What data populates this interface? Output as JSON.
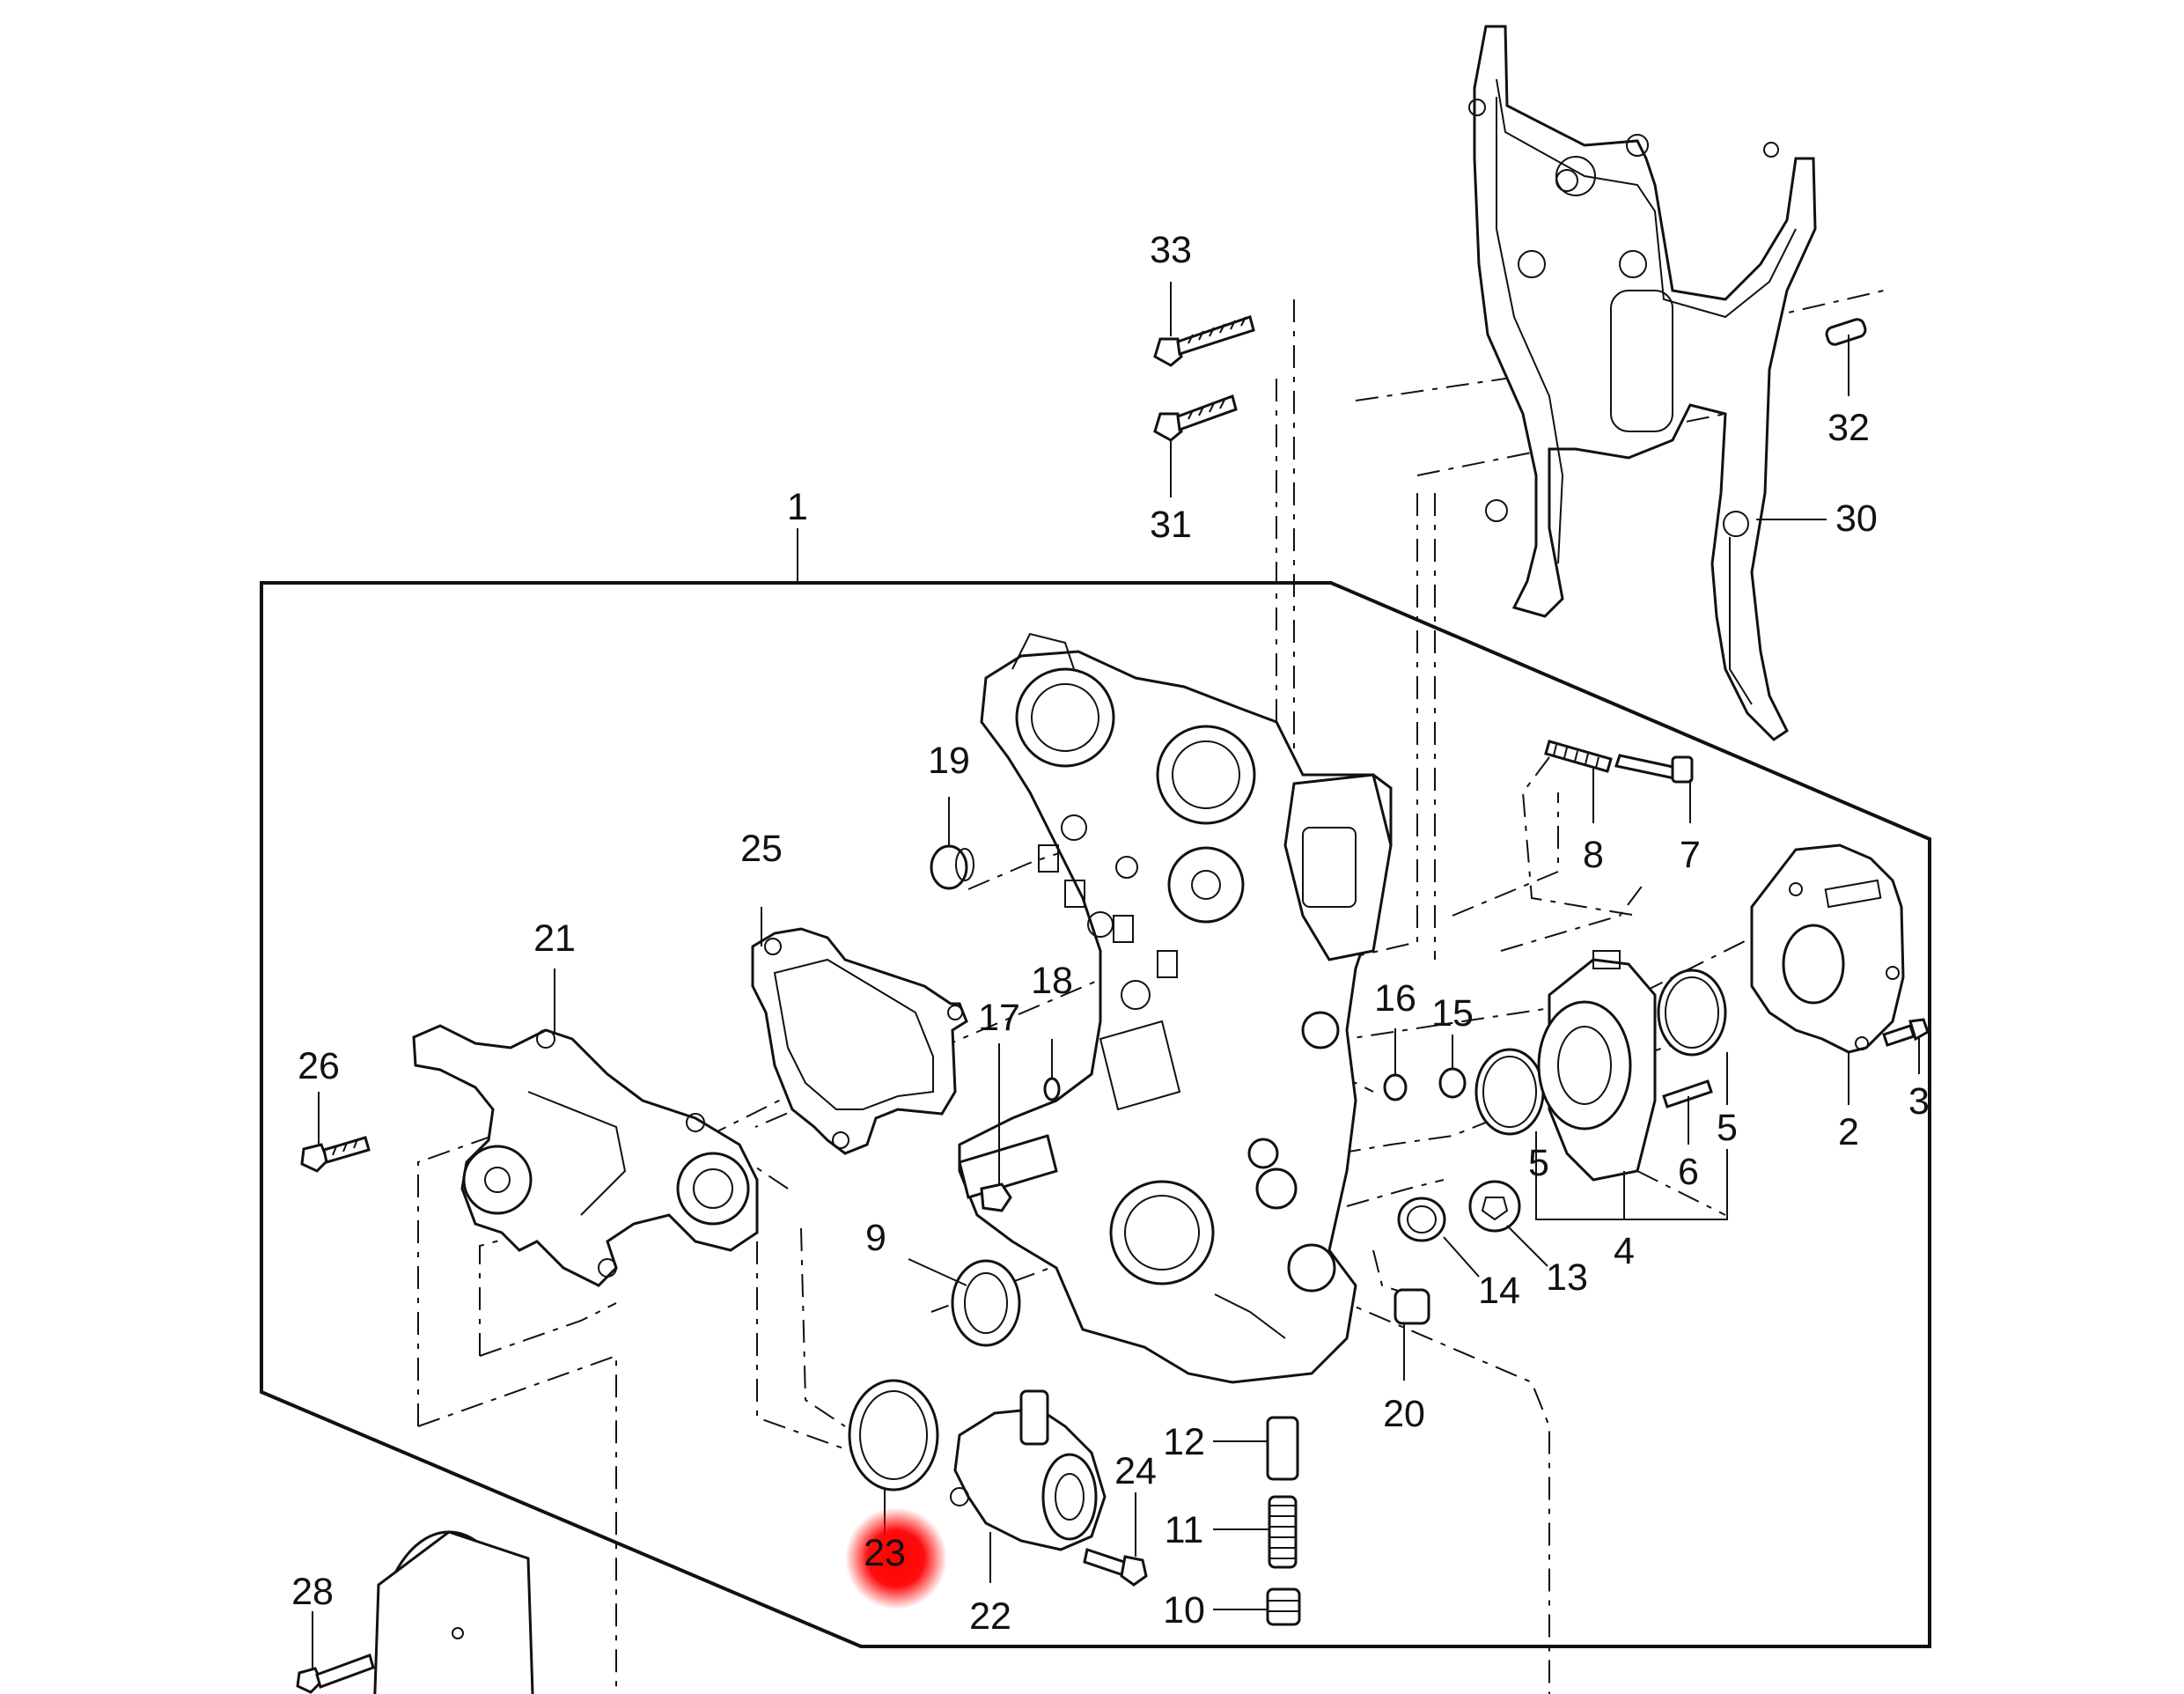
{
  "labels": [
    "1",
    "2",
    "3",
    "4",
    "5",
    "5",
    "6",
    "7",
    "8",
    "9",
    "10",
    "11",
    "12",
    "13",
    "14",
    "15",
    "16",
    "17",
    "18",
    "19",
    "20",
    "21",
    "22",
    "23",
    "24",
    "25",
    "26",
    "28",
    "30",
    "31",
    "32",
    "33"
  ],
  "colors": {
    "ink": "#111111",
    "paper": "#ffffff",
    "marker": "#ff0000"
  },
  "marker": {
    "label_ref": "23",
    "shape": "filled-circle"
  }
}
